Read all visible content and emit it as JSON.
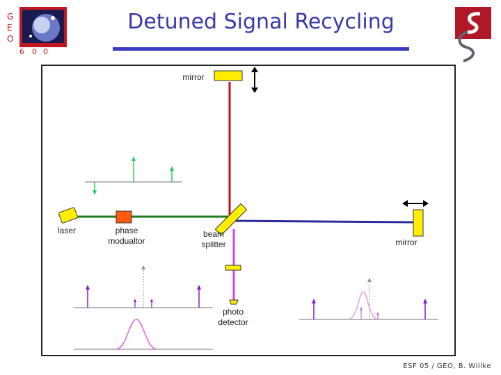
{
  "slide": {
    "title": "Detuned Signal Recycling",
    "footer": "ESF 05 / GEO, B. Willke"
  },
  "logo_left": {
    "letters": [
      "G",
      "E",
      "O",
      "6",
      "0",
      "0"
    ]
  },
  "labels": {
    "mirror_top": "mirror",
    "laser": "laser",
    "phase_modulator": "phase\nmodualtor",
    "beam_splitter": "beam\nsplitter",
    "mirror_right": "mirror",
    "photo_detector": "photo\ndetector"
  },
  "colors": {
    "title": "#3a3aa8",
    "title_bar": "#3a3ac0",
    "component_fill": "#ffee00",
    "modulator_fill": "#ff5a10",
    "beam_green": "#1f7a1f",
    "beam_red": "#c0101a",
    "beam_blue": "#2a2a9a",
    "beam_magenta": "#e040e0",
    "arrow_green": "#22cc66",
    "arrow_purple": "#8a18c8",
    "arrow_gray": "#9090a0",
    "axis": "#a0a0a0"
  }
}
